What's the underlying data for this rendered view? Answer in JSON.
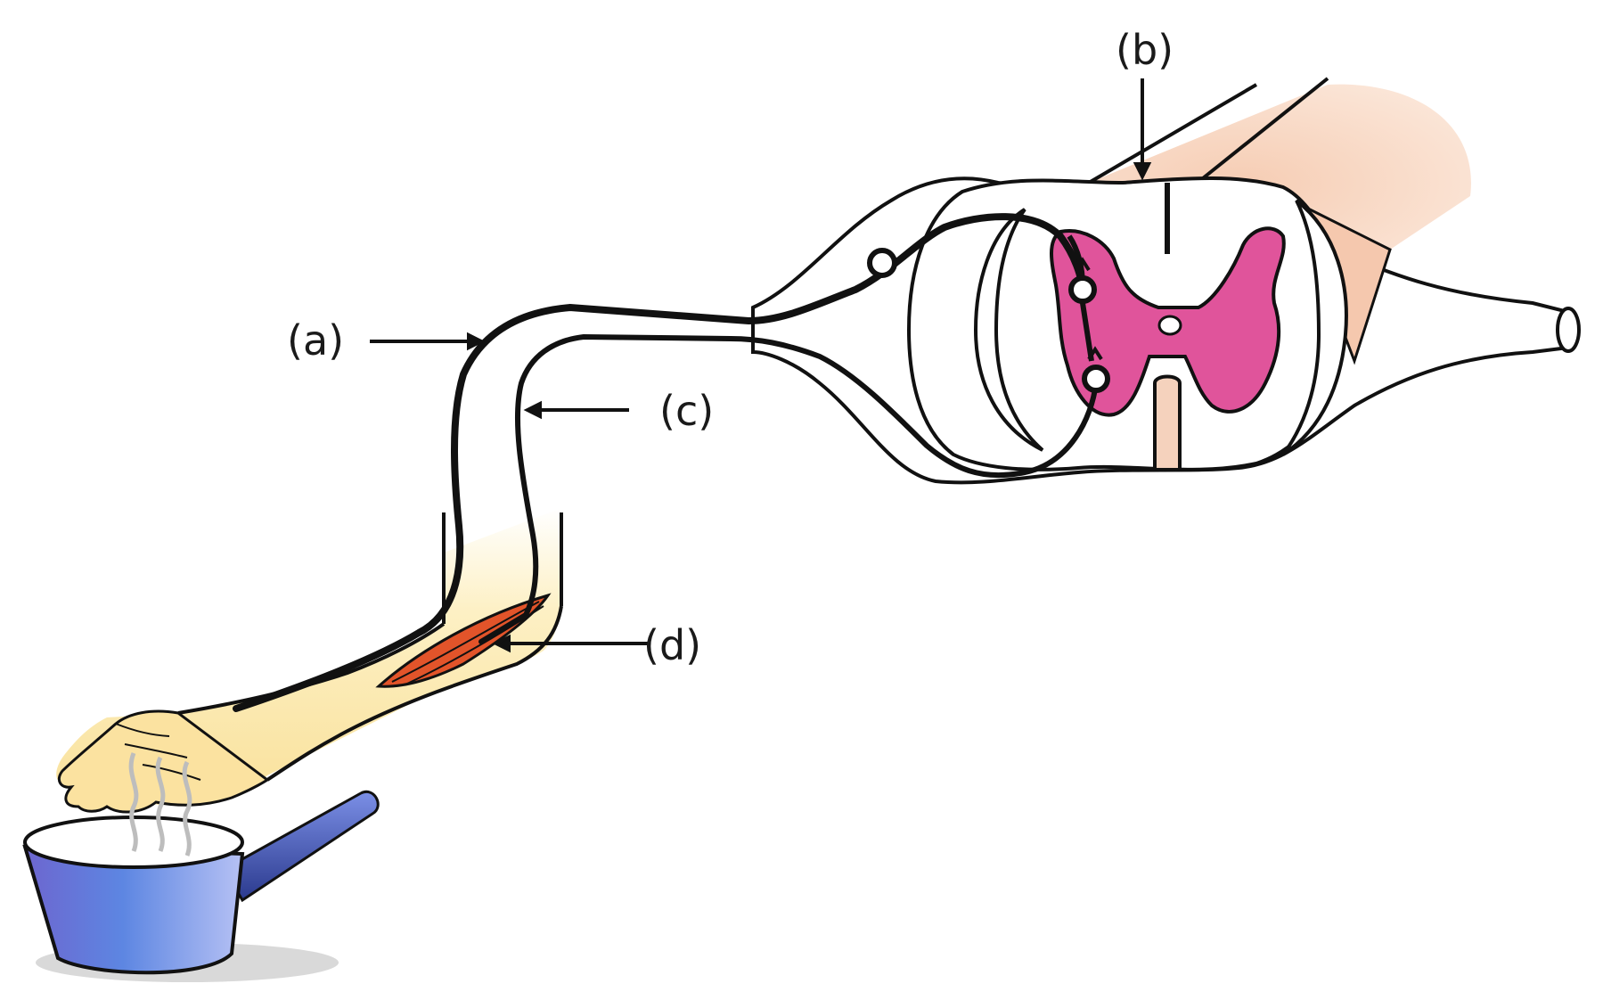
{
  "labels": {
    "a": "(a)",
    "b": "(b)",
    "c": "(c)",
    "d": "(d)"
  },
  "colors": {
    "grey_matter": "#e0549b",
    "spinal_cord_outline": "#111111",
    "cord_stub": "#f5d2bd",
    "arm_skin": "#fbe8a8",
    "muscle": "#e2542a",
    "pot": "#6670d8",
    "handle": "#3c4ea5",
    "steam": "#bdbdbd",
    "nerve": "#111111"
  },
  "icons": [
    "hand-icon",
    "saucepan-icon",
    "steam-icon",
    "muscle-icon",
    "neuron-cell-body-icon"
  ]
}
